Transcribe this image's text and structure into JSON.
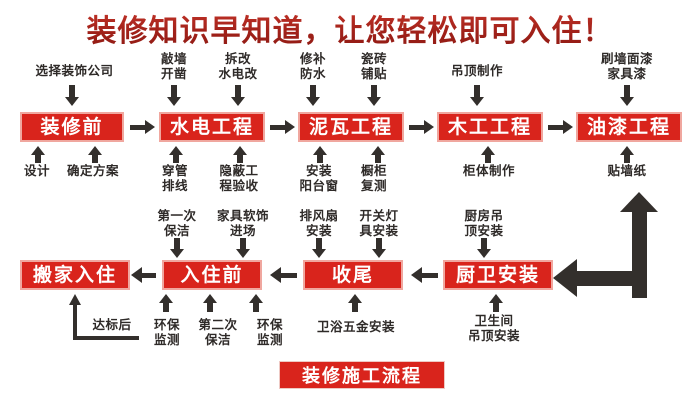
{
  "title": "装修知识早知道，让您轻松即可入住！",
  "footer_label": "装修施工流程",
  "colors": {
    "box_fill": "#d9241c",
    "box_border": "#f0a79f",
    "arrow": "#332f2c",
    "title": "#ad2a20",
    "background": "#ffffff",
    "caption_text": "#2e2a28"
  },
  "stages": {
    "top": [
      {
        "label": "装修前"
      },
      {
        "label": "水电工程"
      },
      {
        "label": "泥瓦工程"
      },
      {
        "label": "木工工程"
      },
      {
        "label": "油漆工程"
      }
    ],
    "bottom": [
      {
        "label": "搬家入住"
      },
      {
        "label": "入住前"
      },
      {
        "label": "收尾"
      },
      {
        "label": "厨卫安装"
      }
    ]
  },
  "captions": {
    "above_top": [
      {
        "text": "选择装饰公司"
      },
      {
        "text": "敲墙\n开凿"
      },
      {
        "text": "拆改\n水电改"
      },
      {
        "text": "修补\n防水"
      },
      {
        "text": "瓷砖\n铺贴"
      },
      {
        "text": "吊顶制作"
      },
      {
        "text": "刷墙面漆\n家具漆"
      }
    ],
    "below_top": [
      {
        "text": "设计"
      },
      {
        "text": "确定方案"
      },
      {
        "text": "穿管\n排线"
      },
      {
        "text": "隐蔽工\n程验收"
      },
      {
        "text": "安装\n阳台窗"
      },
      {
        "text": "橱柜\n复测"
      },
      {
        "text": "柜体制作"
      },
      {
        "text": "贴墙纸"
      }
    ],
    "above_bottom": [
      {
        "text": "第一次\n保洁"
      },
      {
        "text": "家具软饰\n进场"
      },
      {
        "text": "排风扇\n安装"
      },
      {
        "text": "开关灯\n具安装"
      },
      {
        "text": "厨房吊\n顶安装"
      }
    ],
    "below_bottom": [
      {
        "text": "达标后"
      },
      {
        "text": "环保\n监测"
      },
      {
        "text": "第二次\n保洁"
      },
      {
        "text": "环保\n监测"
      },
      {
        "text": "卫浴五金安装"
      },
      {
        "text": "卫生间\n吊顶安装"
      }
    ]
  }
}
